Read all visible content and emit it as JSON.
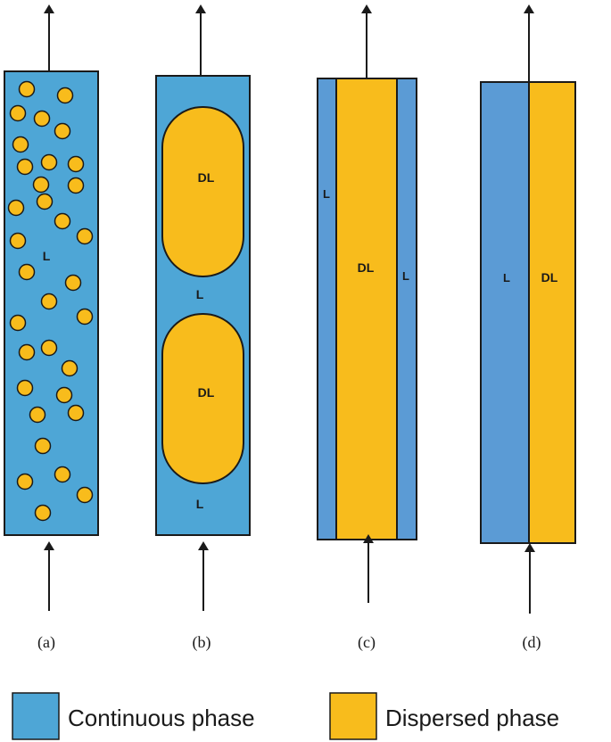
{
  "colors": {
    "continuous": "#4ea6d6",
    "continuous_alt": "#5b9bd5",
    "dispersed": "#f8bc1c",
    "outline": "#1a1a1a"
  },
  "panels": {
    "a": {
      "caption": "(a)",
      "continuous_label": "L"
    },
    "b": {
      "caption": "(b)",
      "slug_label_1": "DL",
      "slug_label_2": "DL",
      "continuous_label_1": "L",
      "continuous_label_2": "L"
    },
    "c": {
      "caption": "(c)",
      "core_label": "DL",
      "left_film_label": "L",
      "right_film_label": "L"
    },
    "d": {
      "caption": "(d)",
      "left_label": "L",
      "right_label": "DL"
    }
  },
  "legend": {
    "continuous": "Continuous phase",
    "dispersed": "Dispersed phase"
  }
}
